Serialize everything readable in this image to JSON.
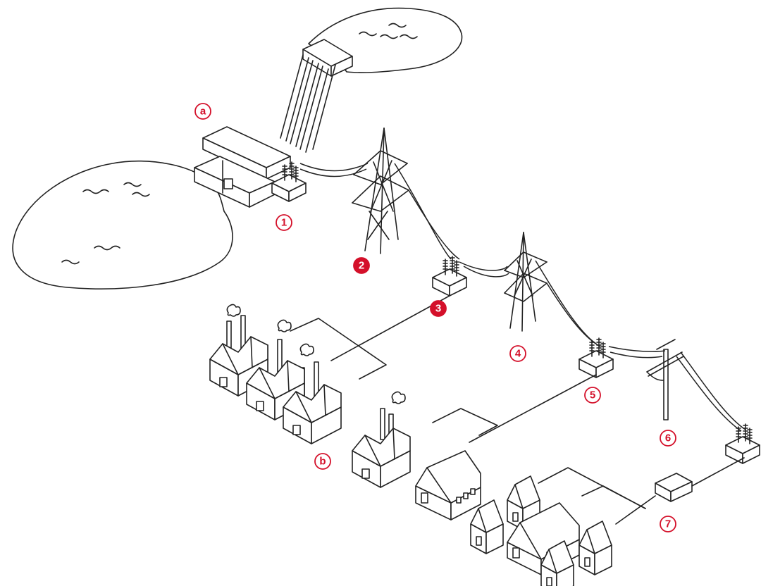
{
  "labels": {
    "a": "a",
    "b": "b",
    "n1": "1",
    "n2": "2",
    "n3": "3",
    "n4": "4",
    "n5": "5",
    "n6": "6",
    "n7": "7"
  },
  "colors": {
    "accent": "#d4102a",
    "line": "#222222",
    "background": "#ffffff"
  }
}
